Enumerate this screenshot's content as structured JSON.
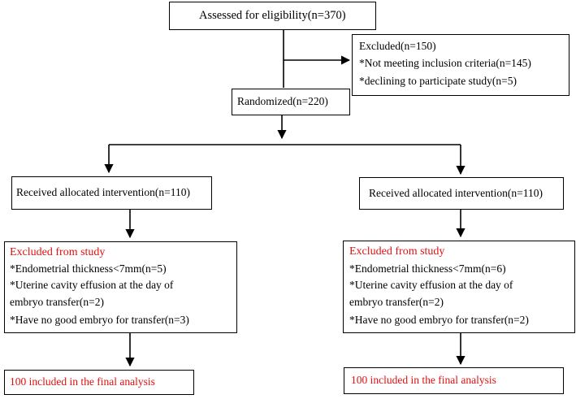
{
  "colors": {
    "line": "#000000",
    "excluded_text": "#e01010"
  },
  "eligibility": {
    "label": "Assessed for eligibility(n=370)"
  },
  "excluded_top": {
    "label": "Excluded(n=150)",
    "items": [
      "*Not meeting inclusion criteria(n=145)",
      "*declining to participate study(n=5)"
    ]
  },
  "randomized": {
    "label": "Randomized(n=220)"
  },
  "arms": [
    {
      "allocation": "Received allocated intervention(n=110)",
      "excluded_title": "Excluded from study",
      "excluded_items": [
        "*Endometrial thickness<7mm(n=5)",
        "*Uterine cavity effusion at the day of",
        "embryo transfer(n=2)",
        "*Have no good embryo for transfer(n=3)"
      ],
      "analysis": "100 included in the final analysis"
    },
    {
      "allocation": "Received allocated intervention(n=110)",
      "excluded_title": "Excluded from study",
      "excluded_items": [
        "*Endometrial thickness<7mm(n=6)",
        "*Uterine cavity effusion at the day of",
        "embryo transfer(n=2)",
        "*Have no good embryo for transfer(n=2)"
      ],
      "analysis": "100 included in the final analysis"
    }
  ]
}
